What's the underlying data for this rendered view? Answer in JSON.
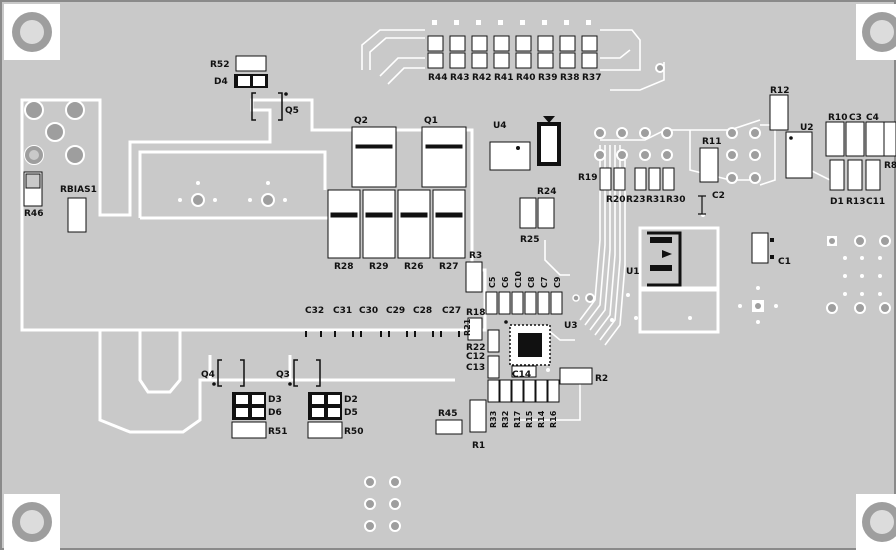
{
  "colors": {
    "board": "#c9c9c9",
    "edge": "#8a8a8a",
    "silk": "#ffffff",
    "pad": "#ffffff",
    "ink": "#111111",
    "hole": "#9e9e9e"
  },
  "labels": {
    "r52": "R52",
    "d4": "D4",
    "q5": "Q5",
    "q2": "Q2",
    "q1": "Q1",
    "u4": "U4",
    "r44": "R44",
    "r43": "R43",
    "r42": "R42",
    "r41": "R41",
    "r40": "R40",
    "r39": "R39",
    "r38": "R38",
    "r37": "R37",
    "r12": "R12",
    "r11": "R11",
    "u2": "U2",
    "r10": "R10",
    "c3": "C3",
    "c4": "C4",
    "r8": "R8",
    "d1": "D1",
    "r13": "R13",
    "c11": "C11",
    "r19": "R19",
    "r20": "R20",
    "r23": "R23",
    "r31": "R31",
    "r30": "R30",
    "r24": "R24",
    "r25": "R25",
    "c2": "C2",
    "c1": "C1",
    "u1": "U1",
    "rbias1": "RBIAS1",
    "r46": "R46",
    "r28": "R28",
    "r29": "R29",
    "r26": "R26",
    "r27": "R27",
    "r3": "R3",
    "c5": "C5",
    "c6": "C6",
    "c10": "C10",
    "c8": "C8",
    "c7": "C7",
    "c9": "C9",
    "c32": "C32",
    "c31": "C31",
    "c30": "C30",
    "c29": "C29",
    "c28": "C28",
    "c27": "C27",
    "r18": "R18",
    "r21": "R21",
    "r22": "R22",
    "c12": "C12",
    "c13": "C13",
    "c14": "C14",
    "u3": "U3",
    "r2": "R2",
    "q4": "Q4",
    "q3": "Q3",
    "d3": "D3",
    "d6": "D6",
    "d2": "D2",
    "d5": "D5",
    "r51": "R51",
    "r50": "R50",
    "r45": "R45",
    "r33": "R33",
    "r32": "R32",
    "r17": "R17",
    "r15": "R15",
    "r14": "R14",
    "r16": "R16",
    "r1": "R1"
  }
}
